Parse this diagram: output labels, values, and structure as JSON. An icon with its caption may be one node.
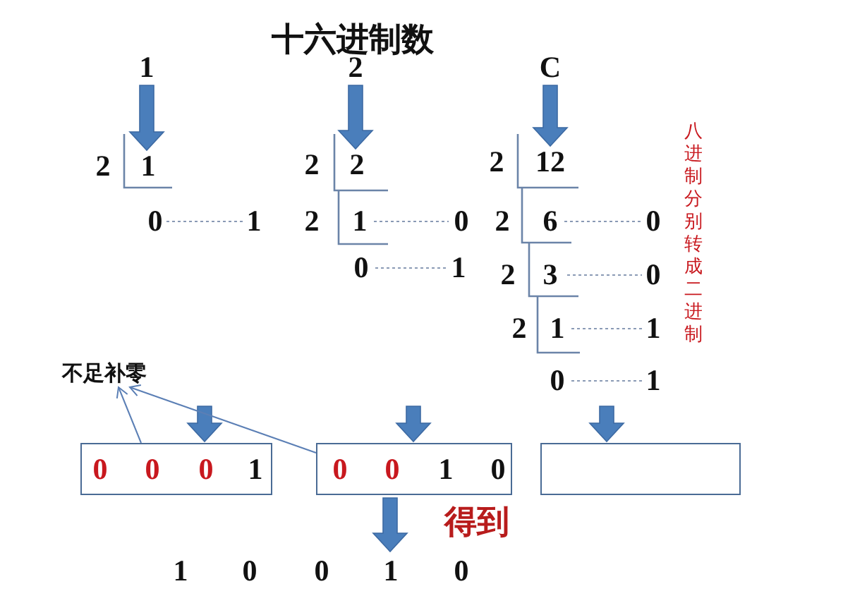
{
  "diagram": {
    "title": "十六进制数",
    "nodes": [
      {
        "text": [
          "1"
        ]
      },
      {
        "text": [
          "2"
        ]
      },
      {
        "text": [
          "C"
        ]
      },
      {
        "text": [
          "1"
        ]
      },
      {
        "text": [
          "2"
        ]
      },
      {
        "text": [
          "12"
        ]
      },
      {
        "text": [
          "不足补零"
        ]
      },
      {
        "text": [
          "0",
          "0",
          "0",
          "1"
        ]
      },
      {
        "text": [
          "0",
          "0",
          "1",
          "0"
        ]
      },
      {
        "text": [],
        "shape": "box"
      },
      {
        "text": [
          "1",
          "0",
          "0",
          "1",
          "0"
        ]
      }
    ],
    "edges": [
      {
        "from": 0,
        "to": 3,
        "arrow": "to",
        "style": "thick"
      },
      {
        "from": 1,
        "to": 4,
        "arrow": "to",
        "style": "thick"
      },
      {
        "from": 2,
        "to": 5,
        "arrow": "to",
        "style": "thick"
      },
      {
        "from": null,
        "to": 7,
        "arrow": "to",
        "style": "thick"
      },
      {
        "from": null,
        "to": 8,
        "arrow": "to",
        "style": "thick"
      },
      {
        "from": null,
        "to": 9,
        "arrow": "to",
        "style": "thick"
      },
      {
        "from": 7,
        "to": 6,
        "arrow": "to"
      },
      {
        "from": 8,
        "to": 6,
        "arrow": "to"
      },
      {
        "from": 8,
        "to": 10,
        "arrow": "to",
        "style": "thick"
      }
    ],
    "labels": [
      "2",
      "0",
      "1",
      "2",
      "2",
      "1",
      "0",
      "0",
      "1",
      "2",
      "2",
      "6",
      "0",
      "2",
      "3",
      "0",
      "2",
      "1",
      "1",
      "0",
      "1",
      "八进制分别转成二进制",
      "得到"
    ]
  }
}
